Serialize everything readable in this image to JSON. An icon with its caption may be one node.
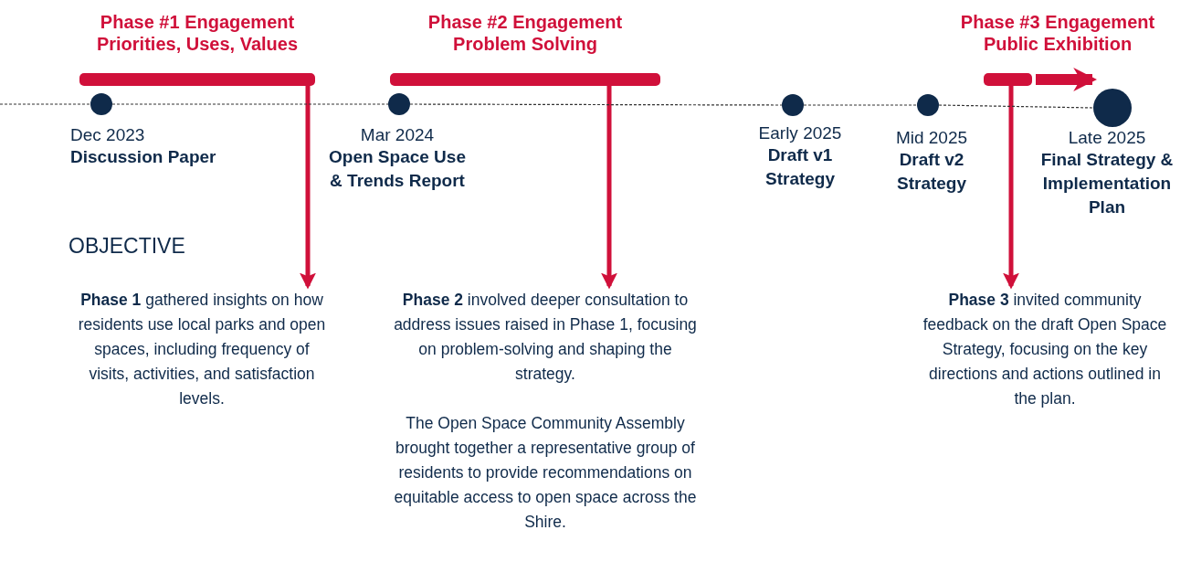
{
  "diagram": {
    "nodes": [
      {
        "text": [
          "Phase #1 Engagement",
          "Priorities, Uses, Values"
        ]
      },
      {
        "text": [
          "**Phase 1** gathered insights on how residents use local parks and open spaces, including frequency of visits, activities, and satisfaction levels."
        ]
      },
      {
        "text": [
          "Phase #2 Engagement",
          "Problem Solving"
        ]
      },
      {
        "text": [
          "**Phase 2** involved deeper consultation to address issues raised in Phase 1, focusing on problem-solving and shaping the strategy.",
          "The Open Space Community Assembly brought together a representative group of residents to provide recommendations on equitable access to open space across the Shire."
        ]
      },
      {
        "text": [
          "Phase #3 Engagement",
          "Public Exhibition"
        ]
      },
      {
        "text": [
          "**Phase 3** invited community feedback on the draft Open Space Strategy, focusing on the key directions and actions outlined in the plan."
        ]
      },
      {
        "text": [],
        "shape": "circle",
        "beside": [
          "Dec 2023",
          "Discussion Paper"
        ]
      },
      {
        "text": [],
        "shape": "circle",
        "beside": [
          "Mar 2024",
          "Open Space Use & Trends Report"
        ]
      },
      {
        "text": [],
        "shape": "circle",
        "beside": [
          "Early 2025",
          "Draft v1 Strategy"
        ]
      },
      {
        "text": [],
        "shape": "circle",
        "beside": [
          "Mid 2025",
          "Draft v2 Strategy"
        ]
      },
      {
        "text": [],
        "shape": "circle",
        "beside": [
          "Late 2025",
          "Final Strategy & Implementation Plan"
        ]
      }
    ],
    "edges": [
      {
        "from": 0,
        "to": 1,
        "arrow": "to",
        "style": "thick",
        "color": "#d0103a"
      },
      {
        "from": 2,
        "to": 3,
        "arrow": "to",
        "style": "thick",
        "color": "#d0103a"
      },
      {
        "from": 4,
        "to": 5,
        "arrow": "to",
        "style": "thick",
        "color": "#d0103a"
      },
      {
        "from": 4,
        "to": 10,
        "arrow": "to",
        "style": "thick",
        "color": "#d0103a"
      },
      {
        "from": null,
        "to": 6,
        "arrow": "none",
        "style": "dashed",
        "color": "#333333"
      },
      {
        "from": 6,
        "to": 7,
        "arrow": "none",
        "style": "dashed",
        "color": "#333333"
      },
      {
        "from": 7,
        "to": 8,
        "arrow": "none",
        "style": "dashed",
        "color": "#333333"
      },
      {
        "from": 8,
        "to": 9,
        "arrow": "none",
        "style": "dashed",
        "color": "#333333"
      },
      {
        "from": 9,
        "to": 10,
        "arrow": "none",
        "style": "dashed",
        "color": "#333333"
      }
    ],
    "labels": [
      "OBJECTIVE"
    ]
  }
}
